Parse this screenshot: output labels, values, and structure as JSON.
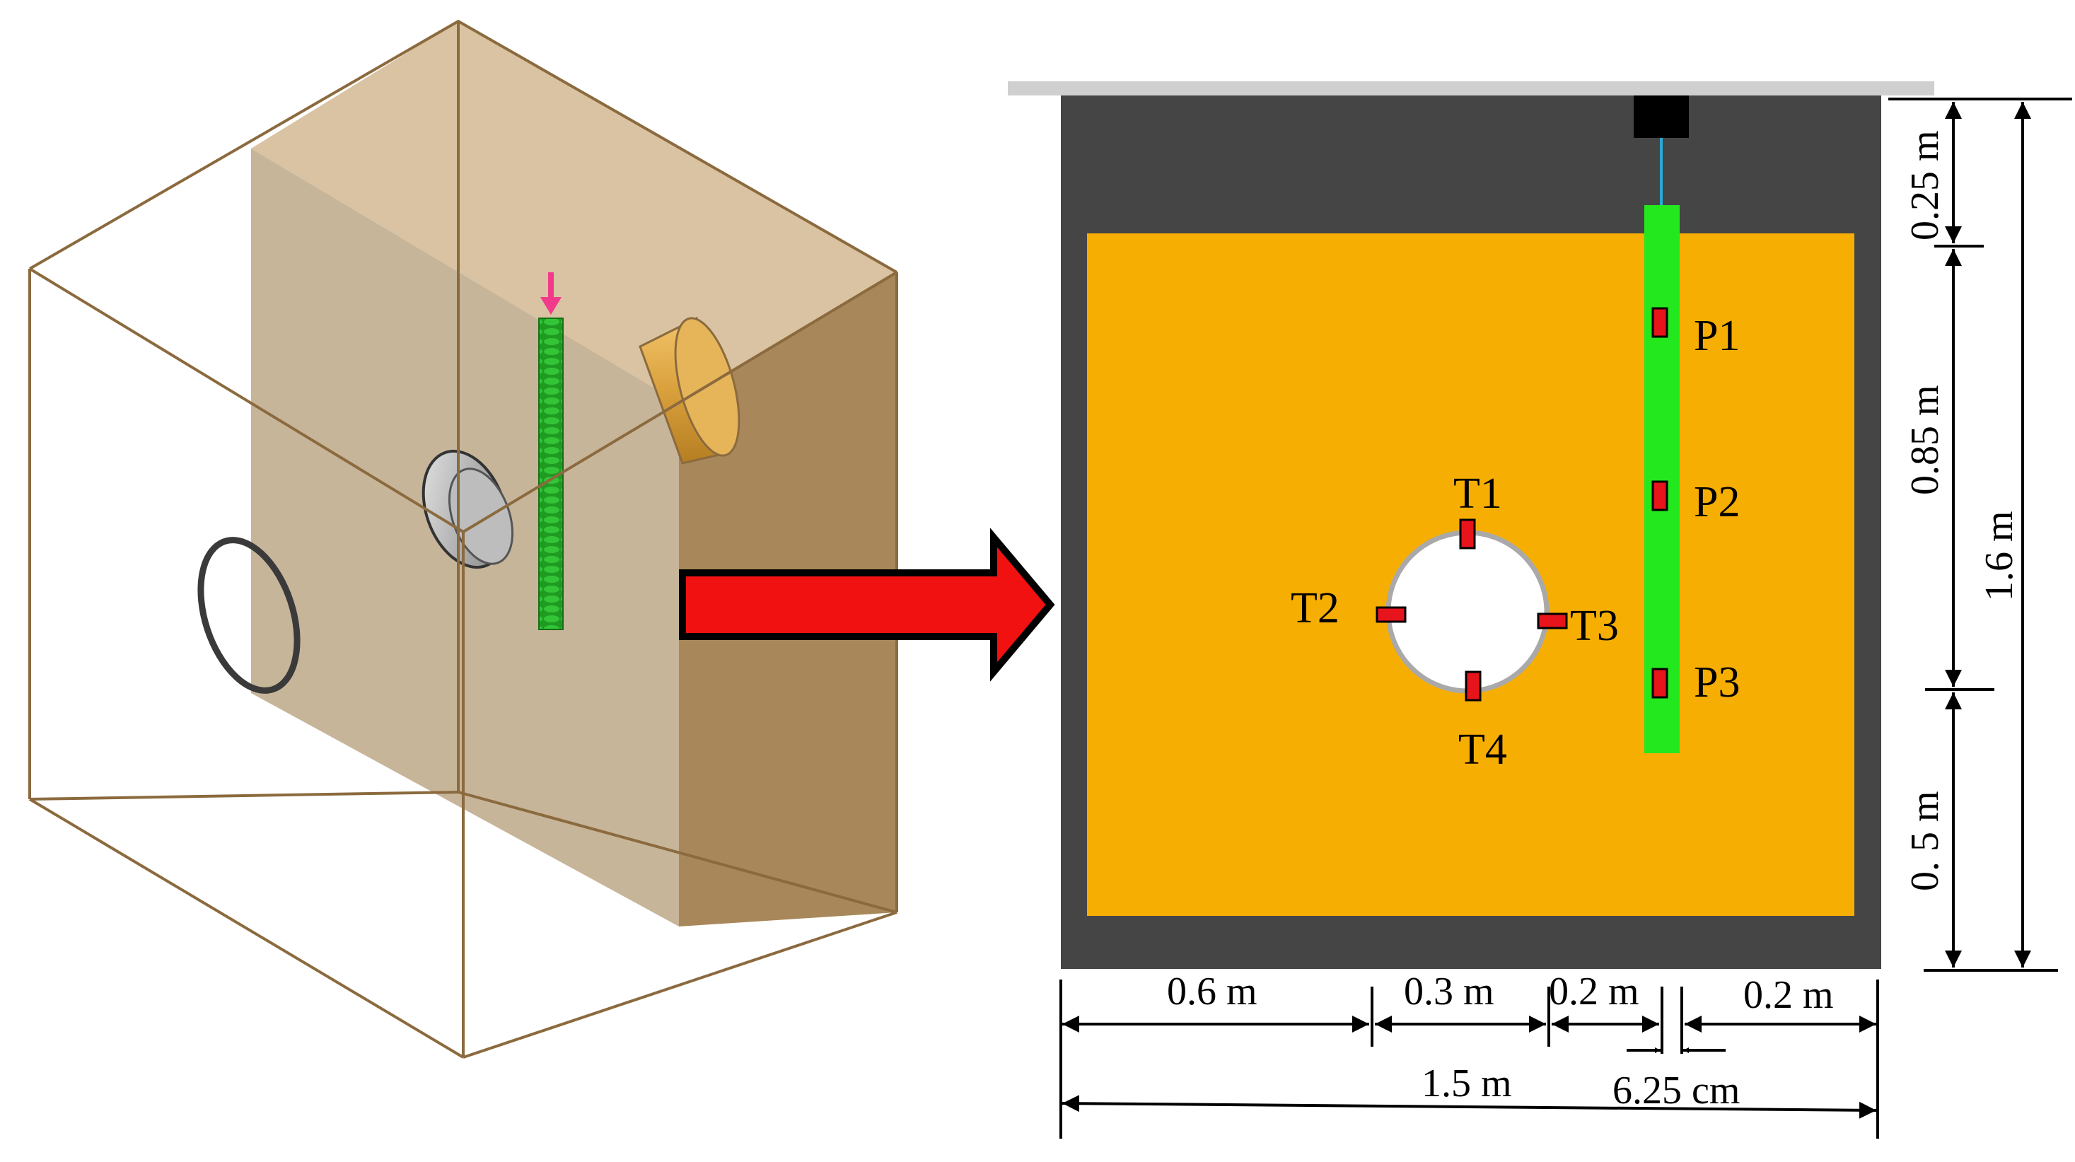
{
  "colors": {
    "soil": "#F7AE02",
    "container": "#454545",
    "lid": "#CFCFCF",
    "pile": "#23E81E",
    "sensor": "#E8141C",
    "arrow": "#F21111",
    "wall_face": "#C7B59A",
    "wall_back": "#A8885A",
    "wall_top": "#D9C3A2",
    "frame": "#8B6A3E",
    "tunnel_cylinder": "#D9A03C",
    "load_marker": "#F23A8A"
  },
  "icons": {
    "load_marker": "downward-arrow-icon",
    "transition_arrow": "right-arrow-icon"
  },
  "sensors": {
    "pile": [
      "P1",
      "P2",
      "P3"
    ],
    "tunnel": [
      "T1",
      "T2",
      "T3",
      "T4"
    ]
  },
  "dimensions": {
    "horizontal": {
      "d1": "0.6 m",
      "d2": "0.3 m",
      "d3": "0.2 m",
      "d4": "0.2 m",
      "pile_width": "6.25 cm",
      "total": "1.5 m"
    },
    "vertical": {
      "top": "0.25 m",
      "middle": "0.85 m",
      "bottom": "0. 5 m",
      "total": "1.6 m"
    }
  }
}
